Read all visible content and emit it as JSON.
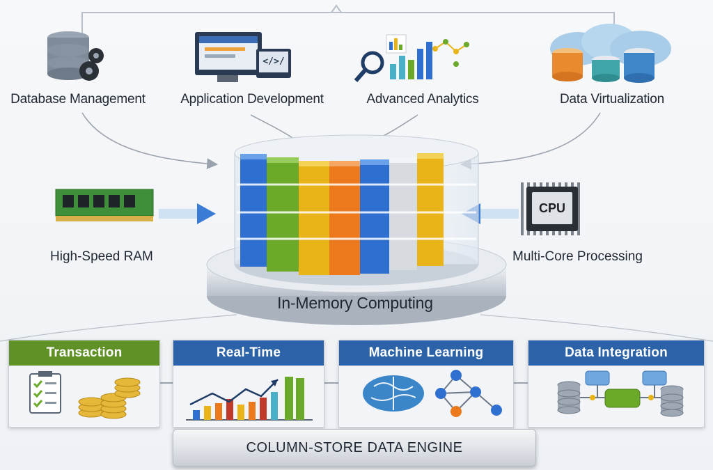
{
  "top": {
    "items": [
      {
        "label": "Database Management"
      },
      {
        "label": "Application Development"
      },
      {
        "label": "Advanced Analytics"
      },
      {
        "label": "Data Virtualization"
      }
    ]
  },
  "side": {
    "left_label": "High-Speed RAM",
    "right_label": "Multi-Core Processing",
    "cpu_text": "CPU"
  },
  "core": {
    "label": "In-Memory Computing"
  },
  "cards": [
    {
      "title": "Transaction",
      "color": "#5f9127"
    },
    {
      "title": "Real-Time",
      "color": "#2c63a8"
    },
    {
      "title": "Machine Learning",
      "color": "#2c63a8"
    },
    {
      "title": "Data Integration",
      "color": "#2c63a8"
    }
  ],
  "engine": {
    "label": "COLUMN-STORE DATA ENGINE"
  },
  "monitor_code": "</>/",
  "colors": {
    "blue": "#2f6fd0",
    "green": "#6aa92a",
    "yellow": "#e8b417",
    "orange": "#ec7a1c",
    "silver": "#d7dbe0"
  }
}
